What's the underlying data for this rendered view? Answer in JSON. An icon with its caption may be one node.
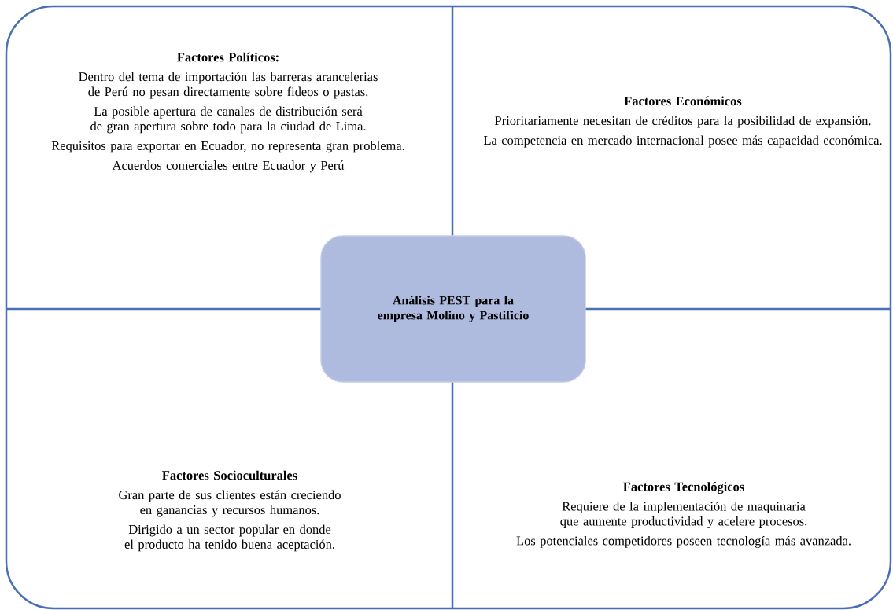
{
  "diagram": {
    "nodes": [
      {
        "text": [
          "Factores Políticos:",
          "Dentro del tema de importación las barreras arancelerias de Perú no pesan directamente sobre fideos o pastas.",
          "La posible apertura de canales de distribución será de gran apertura sobre todo para la ciudad de Lima.",
          "Requisitos para exportar en Ecuador, no representa gran problema.",
          "Acuerdos comerciales entre Ecuador y Perú"
        ]
      },
      {
        "text": [
          "Factores Económicos",
          "Prioritariamente necesitan de créditos para la posibilidad de expansión.",
          "La competencia en mercado internacional posee más capacidad económica."
        ]
      },
      {
        "text": [
          "Análisis PEST para la empresa Molino y Pastificio"
        ]
      },
      {
        "text": [
          "Factores Socioculturales",
          "Gran parte de sus clientes están creciendo en ganancias y recursos humanos.",
          "Dirigido a un sector popular en donde el producto ha tenido buena aceptación."
        ]
      },
      {
        "text": [
          "Factores Tecnológicos",
          "Requiere de la implementación de maquinaria que aumente productividad y acelere procesos.",
          "Los potenciales competidores poseen tecnología más avanzada."
        ]
      }
    ],
    "edges": []
  }
}
